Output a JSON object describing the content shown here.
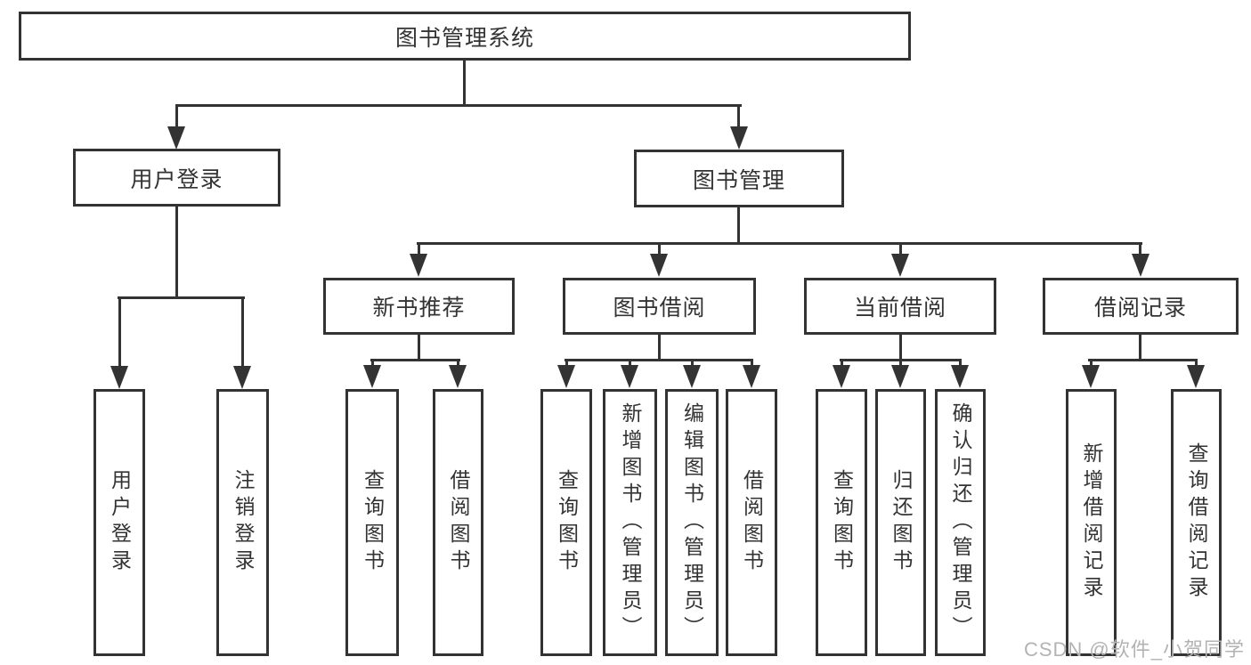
{
  "diagram": {
    "root": {
      "label": "图书管理系统"
    },
    "level2": [
      {
        "label": "用户登录"
      },
      {
        "label": "图书管理"
      }
    ],
    "level3": [
      {
        "label": "新书推荐"
      },
      {
        "label": "图书借阅"
      },
      {
        "label": "当前借阅"
      },
      {
        "label": "借阅记录"
      }
    ],
    "leaves": {
      "user_login": [
        "用户登录",
        "注销登录"
      ],
      "new_book_recommend": [
        "查询图书",
        "借阅图书"
      ],
      "book_borrow": [
        "查询图书",
        "新增图书（管理员）",
        "编辑图书（管理员）",
        "借阅图书"
      ],
      "current_borrow": [
        "查询图书",
        "归还图书",
        "确认归还（管理员）"
      ],
      "borrow_record": [
        "新增借阅记录",
        "查询借阅记录"
      ]
    }
  },
  "watermark": {
    "text": "CSDN @软件_小贺同学"
  },
  "colors": {
    "line": "#333333",
    "text": "#333333",
    "background": "#ffffff",
    "watermark": "#b3b3b3"
  }
}
